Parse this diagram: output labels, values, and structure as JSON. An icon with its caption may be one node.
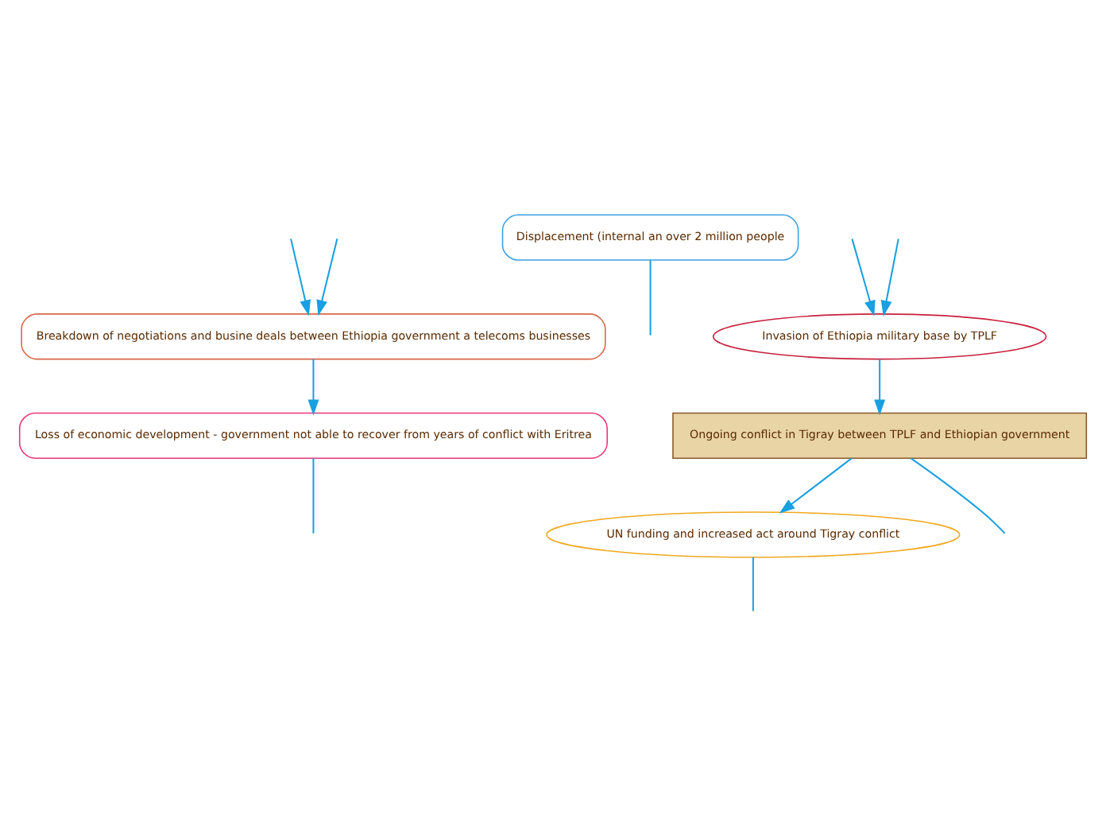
{
  "diagram": {
    "nodes": [
      {
        "text": [
          "Loss of economic development - government not able to recover from years of conflict with Eritrea"
        ]
      },
      {
        "text": [
          "Displacement (internal an over 2 million people"
        ]
      },
      {
        "text": [
          "Breakdown of negotiations and busine deals between Ethiopia government a telecoms businesses"
        ]
      },
      {
        "text": [
          "Ongoing conflict in Tigray between TPLF and Ethiopian government"
        ]
      },
      {
        "text": [
          "UN funding and increased act around Tigray conflict"
        ]
      },
      {
        "text": [
          "Invasion of Ethiopia military base by TPLF"
        ]
      }
    ],
    "edges": [
      {
        "from": 0,
        "to": null,
        "arrow": "none"
      },
      {
        "from": null,
        "to": 2,
        "arrow": "to"
      },
      {
        "from": 1,
        "to": null,
        "arrow": "none"
      },
      {
        "from": 2,
        "to": 0,
        "arrow": "to"
      },
      {
        "from": null,
        "to": 2,
        "arrow": "to"
      },
      {
        "from": 3,
        "to": null,
        "arrow": "none"
      },
      {
        "from": 3,
        "to": 4,
        "arrow": "to"
      },
      {
        "from": 4,
        "to": null,
        "arrow": "none"
      },
      {
        "from": 5,
        "to": 3,
        "arrow": "to"
      },
      {
        "from": null,
        "to": 5,
        "arrow": "to"
      },
      {
        "from": null,
        "to": 5,
        "arrow": "to"
      }
    ]
  }
}
